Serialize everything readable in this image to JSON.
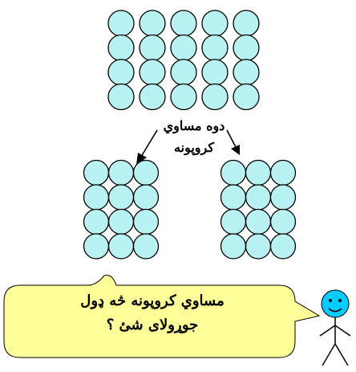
{
  "diagram": {
    "title": "",
    "colors": {
      "circle_fill": "#b8f2f2",
      "circle_stroke": "#000000",
      "bubble_fill": "#ffff99",
      "face_fill": "#00ccff"
    },
    "source_group": {
      "rows": 4,
      "cols": 5
    },
    "result_groups": [
      {
        "rows": 4,
        "cols": 3
      },
      {
        "rows": 4,
        "cols": 3
      }
    ],
    "split_label_lines": [
      "دوه مساوي",
      "کروپونه"
    ],
    "question_lines": [
      "مساوي کروپونه څه ډول",
      "جوړولای شئ ؟"
    ],
    "icons": {
      "figure": "stick-figure-icon",
      "arrows": "arrow-down-icon",
      "bubble": "speech-bubble-icon"
    }
  }
}
